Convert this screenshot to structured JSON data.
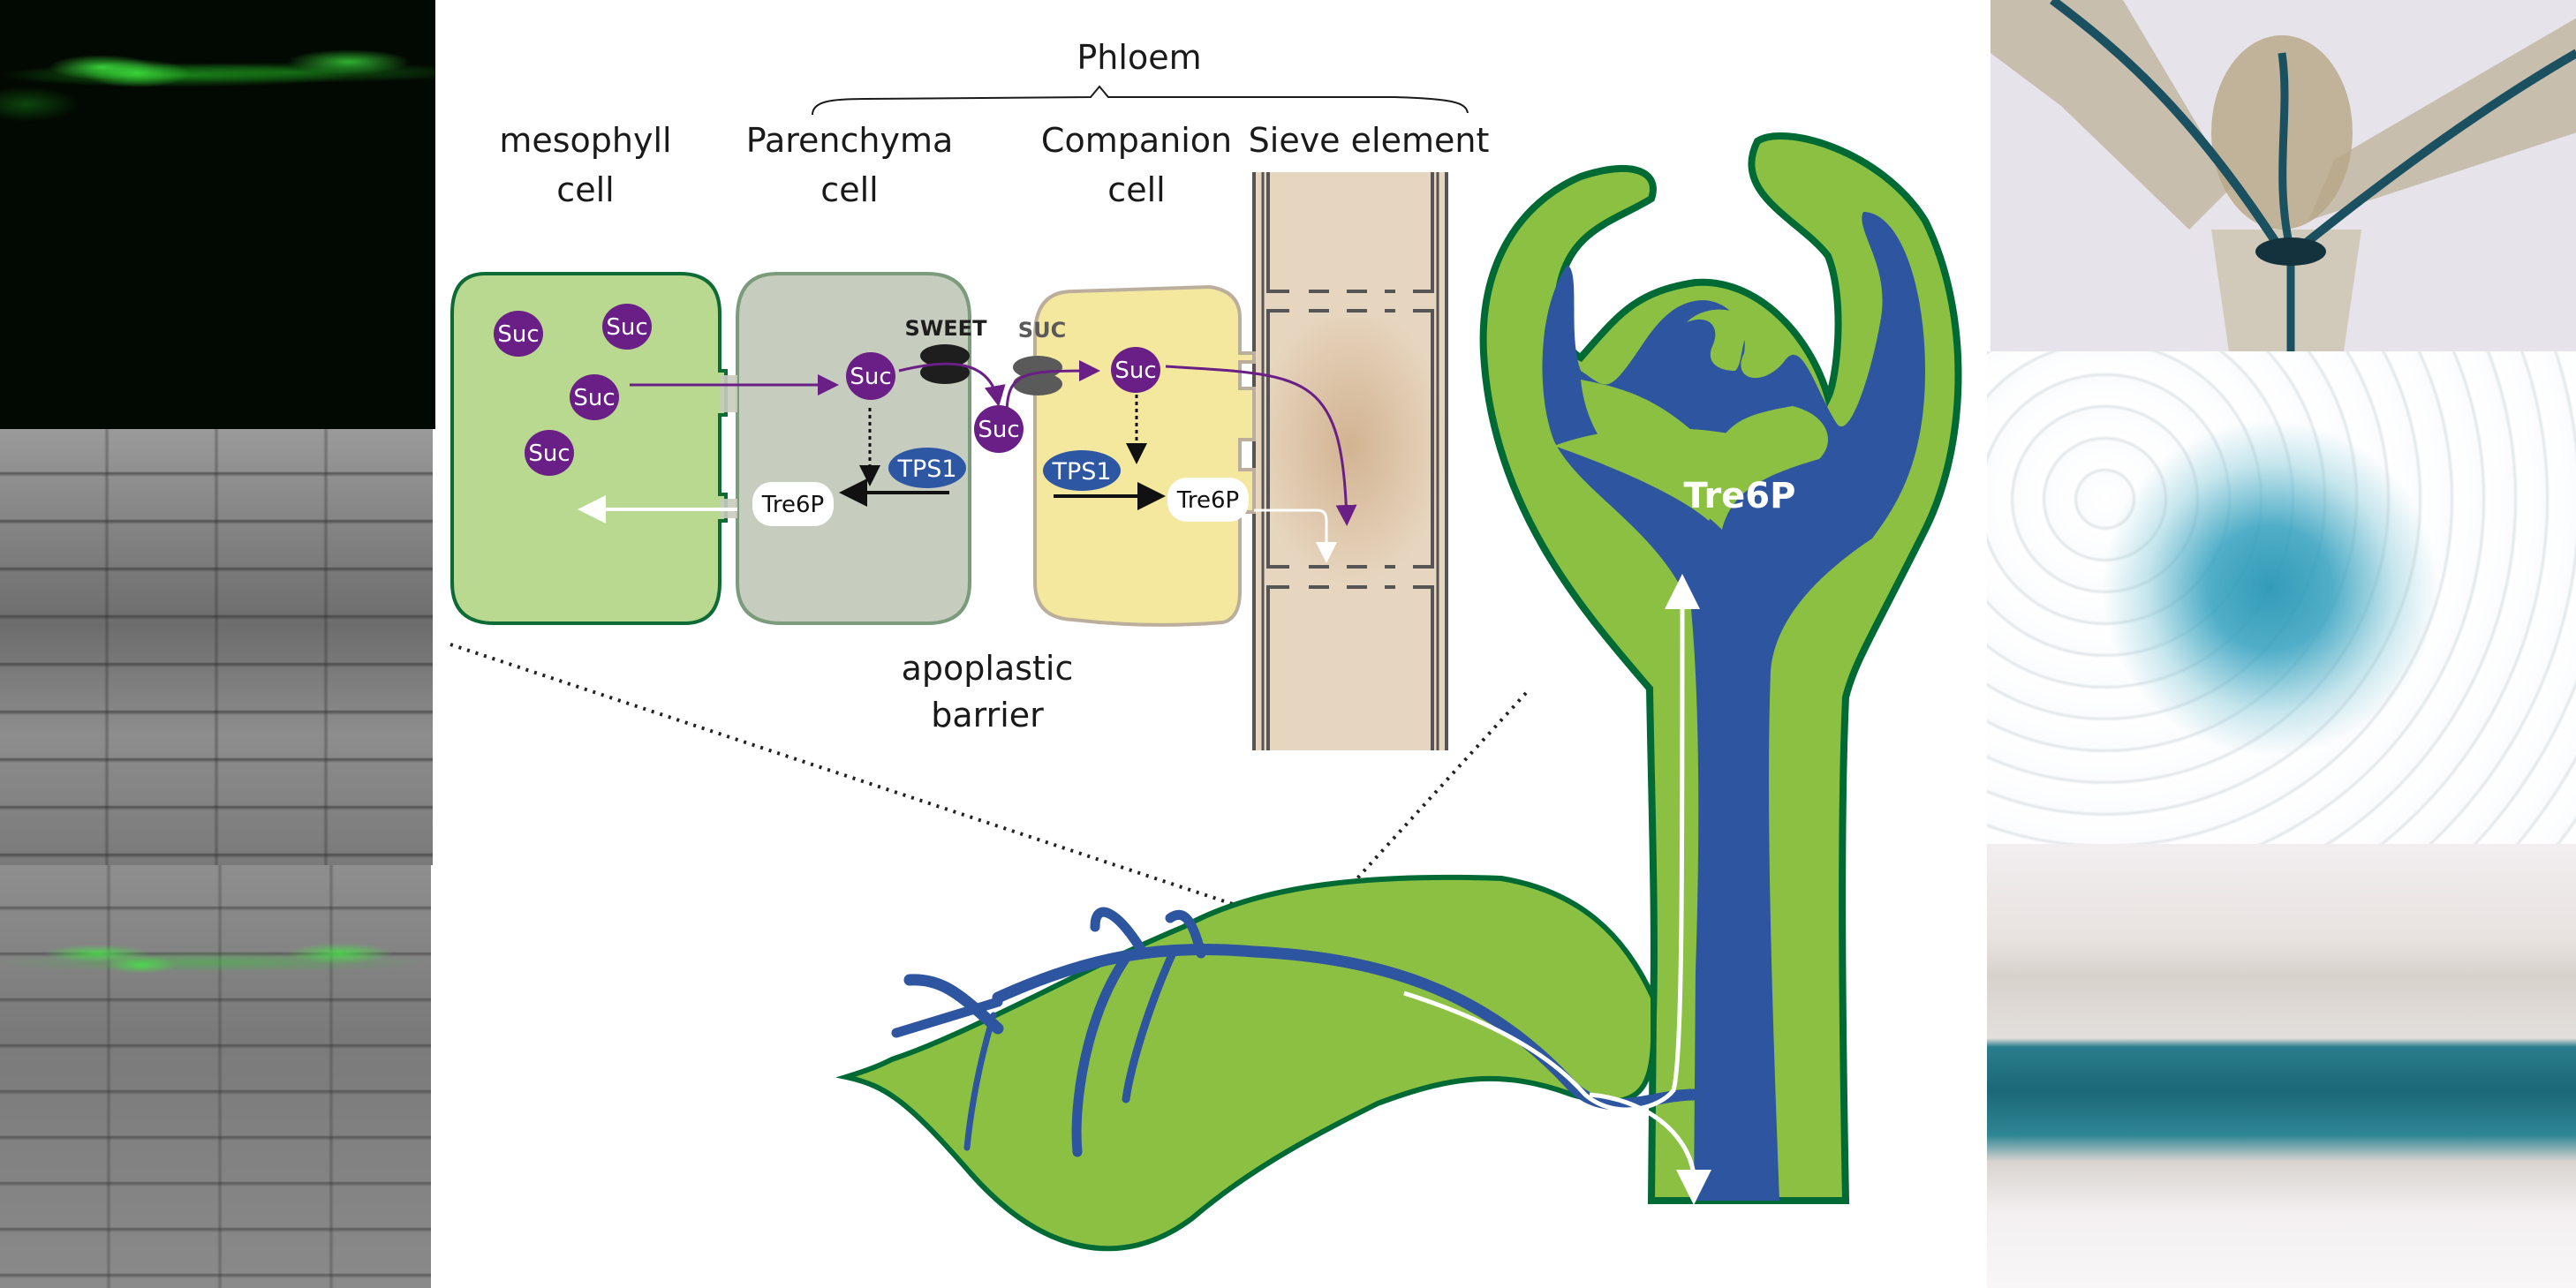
{
  "title_bracket": "Phloem",
  "cells": {
    "mesophyll": [
      "mesophyll",
      "cell"
    ],
    "parenchyma": [
      "Parenchyma",
      "cell"
    ],
    "companion": [
      "Companion",
      "cell"
    ],
    "sieve": "Sieve element"
  },
  "molecules": {
    "sucrose": "Suc",
    "tre6p": "Tre6P",
    "tps1": "TPS1"
  },
  "transporters": {
    "sweet": "SWEET",
    "suc": "SUC"
  },
  "barrier_label": [
    "apoplastic",
    "barrier"
  ],
  "plant_label": "Tre6P",
  "colors": {
    "sucrose": "#6a1f87",
    "tps1": "#2d56a3",
    "phloem_blue": "#2e55a0",
    "plant_green": "#8bc043",
    "outline_green": "#006a35",
    "mesophyll_fill": "#b9d890",
    "parenchyma_fill": "#c6ccbe",
    "companion_fill": "#f3e89d",
    "sieve_fill": "#e7d6bf"
  },
  "micrographs": {
    "left": [
      "GFP fluorescence",
      "brightfield",
      "merged overlay"
    ],
    "right": [
      "seedling GUS staining",
      "stem cross-section GUS staining",
      "root GUS staining"
    ]
  }
}
